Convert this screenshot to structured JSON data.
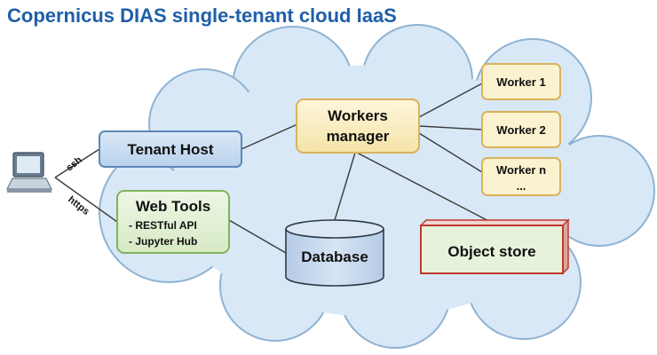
{
  "title": "Copernicus DIAS single-tenant cloud IaaS",
  "edges": {
    "ssh": "ssh",
    "https": "https"
  },
  "tenant_host": "Tenant Host",
  "web_tools": {
    "title": "Web Tools",
    "items": [
      "- RESTful API",
      "- Jupyter Hub"
    ]
  },
  "workers_manager": [
    "Workers",
    "manager"
  ],
  "workers": [
    {
      "label": "Worker 1"
    },
    {
      "label": "Worker 2"
    },
    {
      "label": "Worker n",
      "sub": "..."
    }
  ],
  "database": "Database",
  "object_store": "Object store",
  "colors": {
    "title": "#1f5fa8",
    "cloud_fill": "#d8e8f6",
    "cloud_stroke": "#8fb3d3",
    "tenant_fill": "#c6dcf2",
    "tenant_stroke": "#5b86b8",
    "webtools_fill": "#e4f1d8",
    "webtools_stroke": "#7fb35d",
    "worker_fill": "#fbf2cf",
    "worker_stroke": "#d9b35a",
    "db_fill": "#c6d8ee",
    "object_fill": "#e6f2da",
    "object_stroke": "#c0392b"
  },
  "icons": {
    "client": "laptop-icon"
  }
}
